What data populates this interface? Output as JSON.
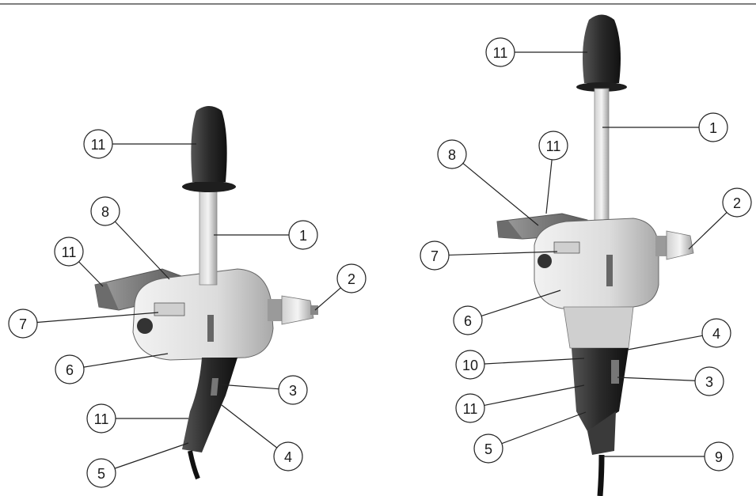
{
  "diagram": {
    "colors": {
      "line": "#222222",
      "body_light": "#e4e4e4",
      "body_mid": "#c9c9c9",
      "body_dark": "#8a8a8a",
      "grip_black": "#2b2b2b",
      "metal": "#b5b5b5"
    },
    "left_drill": {
      "callouts": [
        {
          "id": "l-1",
          "label": "1"
        },
        {
          "id": "l-2",
          "label": "2"
        },
        {
          "id": "l-3",
          "label": "3"
        },
        {
          "id": "l-4",
          "label": "4"
        },
        {
          "id": "l-5",
          "label": "5"
        },
        {
          "id": "l-6",
          "label": "6"
        },
        {
          "id": "l-7",
          "label": "7"
        },
        {
          "id": "l-8",
          "label": "8"
        },
        {
          "id": "l-11a",
          "label": "11"
        },
        {
          "id": "l-11b",
          "label": "11"
        },
        {
          "id": "l-11c",
          "label": "11"
        }
      ]
    },
    "right_drill": {
      "callouts": [
        {
          "id": "r-1",
          "label": "1"
        },
        {
          "id": "r-2",
          "label": "2"
        },
        {
          "id": "r-3",
          "label": "3"
        },
        {
          "id": "r-4",
          "label": "4"
        },
        {
          "id": "r-5",
          "label": "5"
        },
        {
          "id": "r-6",
          "label": "6"
        },
        {
          "id": "r-7",
          "label": "7"
        },
        {
          "id": "r-8",
          "label": "8"
        },
        {
          "id": "r-9",
          "label": "9"
        },
        {
          "id": "r-10",
          "label": "10"
        },
        {
          "id": "r-11a",
          "label": "11"
        },
        {
          "id": "r-11b",
          "label": "11"
        },
        {
          "id": "r-11c",
          "label": "11"
        }
      ]
    }
  }
}
